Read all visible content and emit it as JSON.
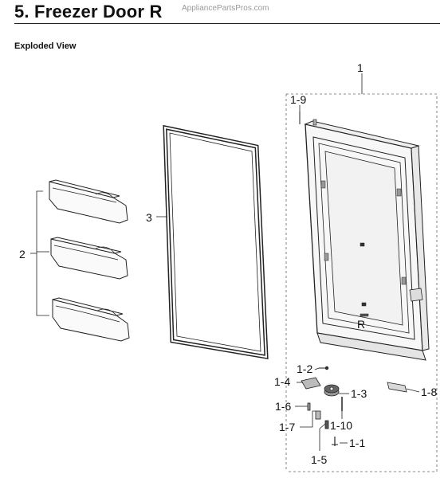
{
  "header": {
    "title": "5.  Freezer Door R",
    "watermark": "AppliancePartsPros.com",
    "subtitle": "Exploded View"
  },
  "callouts": {
    "c1": "1",
    "c1_9": "1-9",
    "c2": "2",
    "c3": "3",
    "c1_2": "1-2",
    "c1_4": "1-4",
    "c1_3": "1-3",
    "c1_8": "1-8",
    "c1_6": "1-6",
    "c1_7": "1-7",
    "c1_10": "1-10",
    "c1_1": "1-1",
    "c1_5": "1-5"
  },
  "door_marking": "R"
}
